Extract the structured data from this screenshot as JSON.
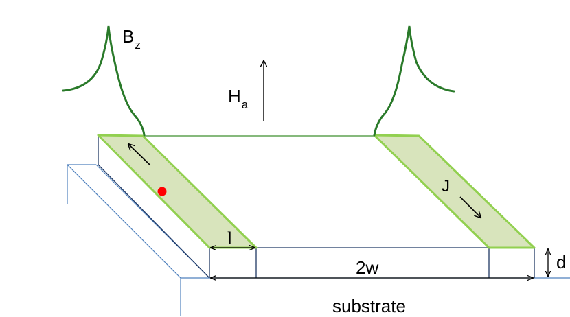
{
  "labels": {
    "field_symbol": "B",
    "field_subscript": "z",
    "applied_symbol": "H",
    "applied_subscript": "a",
    "current": "J",
    "penetration_depth": "l",
    "strip_width": "2w",
    "thickness": "d",
    "substrate": "substrate"
  },
  "colors": {
    "strip_edge_fill": "#d8e4bc",
    "strip_edge_stroke": "#92d050",
    "field_profile": "#2a7a2a",
    "substrate_outline": "#4f81bd",
    "strip_outline": "#1f3864",
    "dot": "#ff0000",
    "arrow": "#000000"
  },
  "icons": {
    "current_arrow": "arrow-icon",
    "marker": "red-dot-icon"
  }
}
